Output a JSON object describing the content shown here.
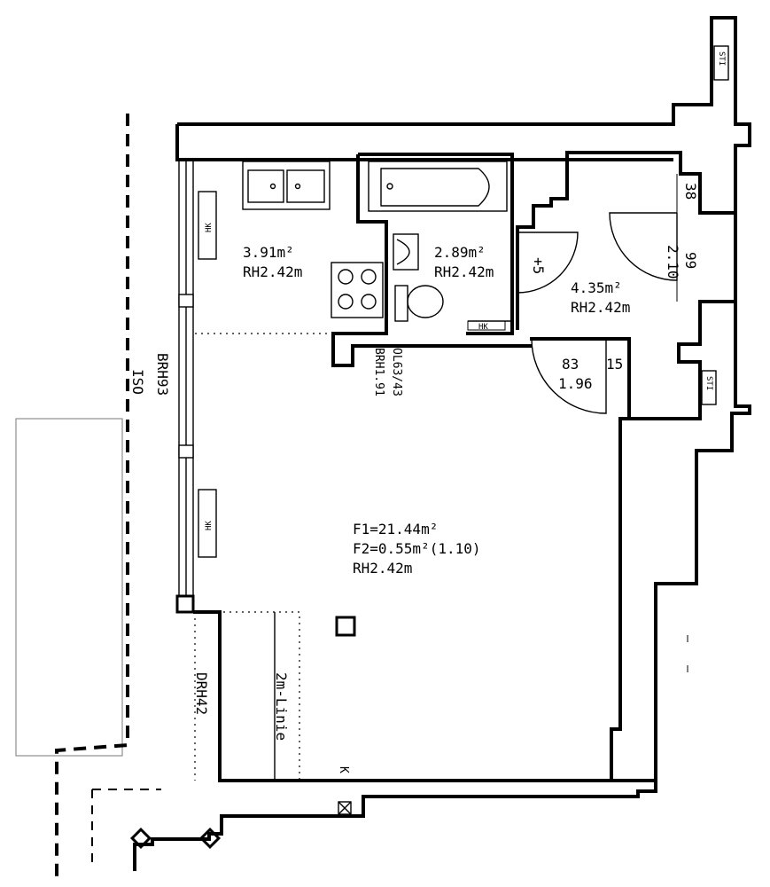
{
  "rooms": {
    "kitchen": {
      "area": "3.91m²",
      "height": "RH2.42m"
    },
    "bath": {
      "area": "2.89m²",
      "height": "RH2.42m"
    },
    "hall": {
      "area": "4.35m²",
      "height": "RH2.42m"
    },
    "living": {
      "area1": "F1=21.44m²",
      "area2": "F2=0.55m²(1.10)",
      "height": "RH2.42m"
    }
  },
  "labels": {
    "hk_kitchen": "HK",
    "hk_living": "HK",
    "hk_bath": "HK",
    "brh_window": "BRH93",
    "iso": "ISO",
    "opening": "OL63/43",
    "brh_opening": "BRH1.91",
    "drh": "DRH42",
    "two_m_line": "2m-Linie",
    "door_hall_h": "2.10",
    "door_hall_w": "99",
    "door_hall_side": "38",
    "door_living_w": "83",
    "door_living_h": "1.96",
    "door_living_side": "15",
    "door_bath_w": "+5",
    "k_mark": "K",
    "sti_top": "STI",
    "sti_mid": "STI"
  }
}
